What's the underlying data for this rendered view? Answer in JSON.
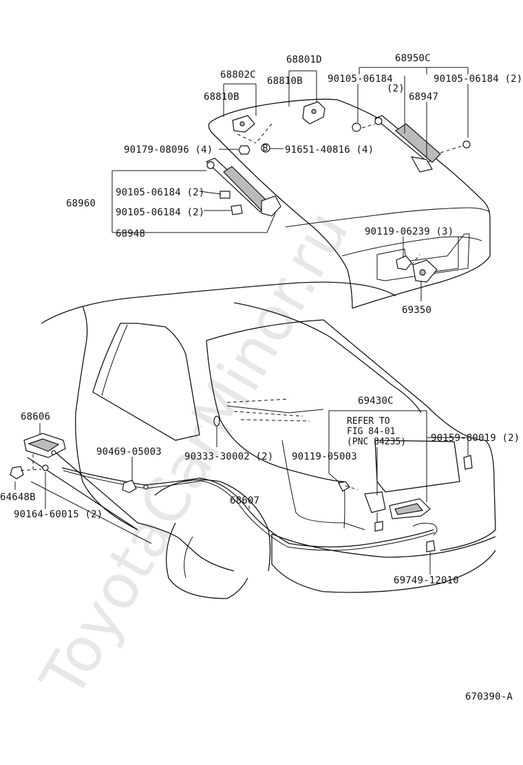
{
  "watermark": "ToyotaCarMinor.ru",
  "callouts": {
    "c68801D": "68801D",
    "c68950C": "68950C",
    "c68802C": "68802C",
    "c68810B_a": "68810B",
    "c68810B_b": "68810B",
    "c90105_a": "90105-06184",
    "c90105_a_qty": "(2)",
    "c90105_b": "90105-06184 (2)",
    "c68947": "68947",
    "c90179": "90179-08096 (4)",
    "c91651": "91651-40816 (4)",
    "c91651_marker": "B",
    "c68960": "68960",
    "c90105_c": "90105-06184 (2)",
    "c90105_d": "90105-06184 (2)",
    "c68948": "68948",
    "c90119_06239": "90119-06239 (3)",
    "c69350": "69350",
    "c69430C": "69430C",
    "c68606": "68606",
    "c90469": "90469-05003",
    "c90333": "90333-30002 (2)",
    "c90119_05003": "90119-05003",
    "c90159": "90159-80019 (2)",
    "c64648B": "64648B",
    "c90164": "90164-60015 (2)",
    "c68607": "68607",
    "c69749": "69749-12010",
    "refer_1": "REFER TO",
    "refer_2": "FIG 84-01",
    "refer_3": "(PNC 84235)",
    "figure_number": "670390-A"
  },
  "colors": {
    "ink": "#111111",
    "watermark": "#d4d4d4",
    "background": "#ffffff"
  }
}
